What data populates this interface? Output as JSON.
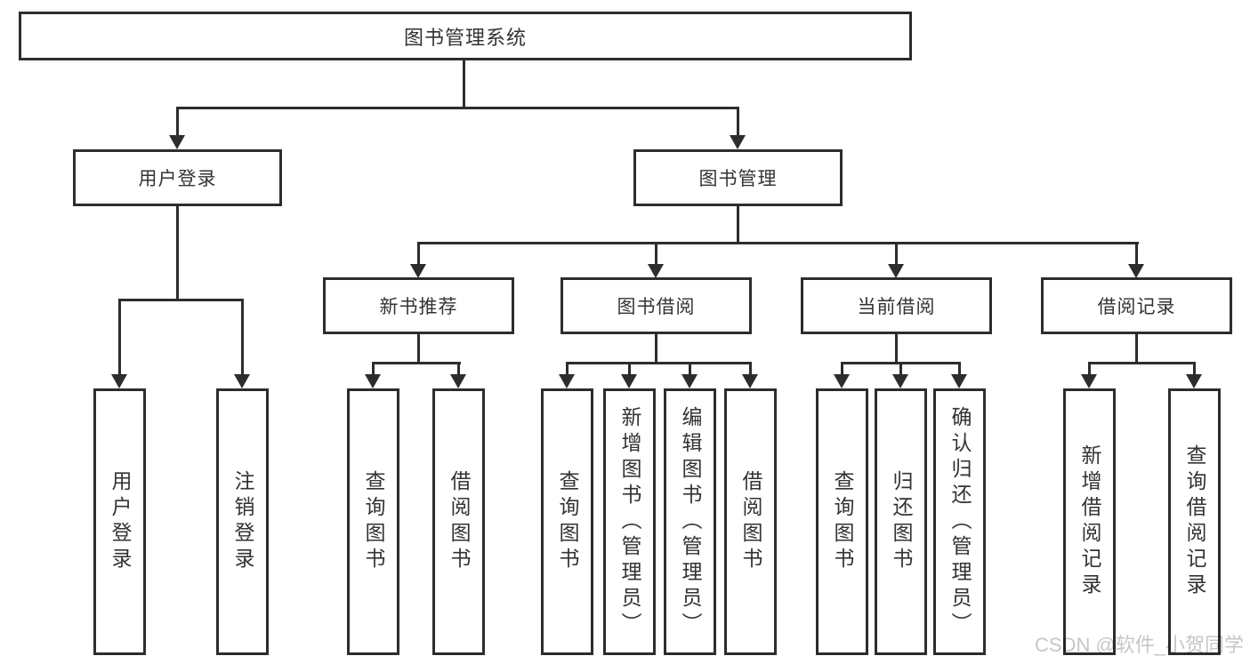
{
  "title": {
    "label": "图书管理系统"
  },
  "level2": [
    {
      "id": "user-login",
      "label": "用户登录"
    },
    {
      "id": "book-management",
      "label": "图书管理"
    }
  ],
  "level3": [
    {
      "id": "new-book-recommend",
      "label": "新书推荐"
    },
    {
      "id": "book-borrow",
      "label": "图书借阅"
    },
    {
      "id": "current-borrow",
      "label": "当前借阅"
    },
    {
      "id": "borrow-records",
      "label": "借阅记录"
    }
  ],
  "leaves": [
    {
      "id": "user-login-leaf",
      "label": "用户登录"
    },
    {
      "id": "logout",
      "label": "注销登录"
    },
    {
      "id": "nb-query-books",
      "label": "查询图书"
    },
    {
      "id": "nb-borrow-books",
      "label": "借阅图书"
    },
    {
      "id": "bw-query-books",
      "label": "查询图书"
    },
    {
      "id": "bw-add-books-admin",
      "label": "新增图书（管理员）"
    },
    {
      "id": "bw-edit-books-admin",
      "label": "编辑图书（管理员）"
    },
    {
      "id": "bw-borrow-books",
      "label": "借阅图书"
    },
    {
      "id": "cb-query-books",
      "label": "查询图书"
    },
    {
      "id": "cb-return-books",
      "label": "归还图书"
    },
    {
      "id": "cb-confirm-return-admin",
      "label": "确认归还（管理员）"
    },
    {
      "id": "rec-add-borrow-record",
      "label": "新增借阅记录"
    },
    {
      "id": "rec-query-borrow-record",
      "label": "查询借阅记录"
    }
  ],
  "watermark": {
    "text": "CSDN @软件_小贺同学"
  },
  "colors": {
    "line": "#2d2d2d",
    "text": "#333333",
    "watermark": "#c8c5c5",
    "background": "#ffffff"
  }
}
